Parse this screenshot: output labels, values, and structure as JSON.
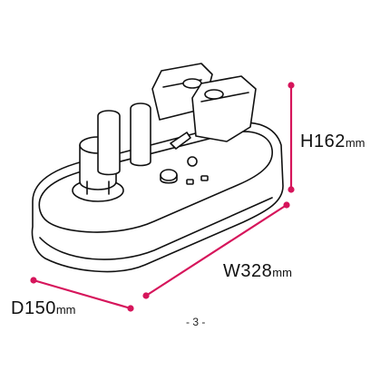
{
  "dimensions": {
    "height": {
      "value": "H162",
      "unit": "mm"
    },
    "width": {
      "value": "W328",
      "unit": "mm"
    },
    "depth": {
      "value": "D150",
      "unit": "mm"
    }
  },
  "page_number": "- 3 -",
  "colors": {
    "dimension_line": "#d6155b",
    "outline": "#111111",
    "fill": "#ffffff"
  }
}
